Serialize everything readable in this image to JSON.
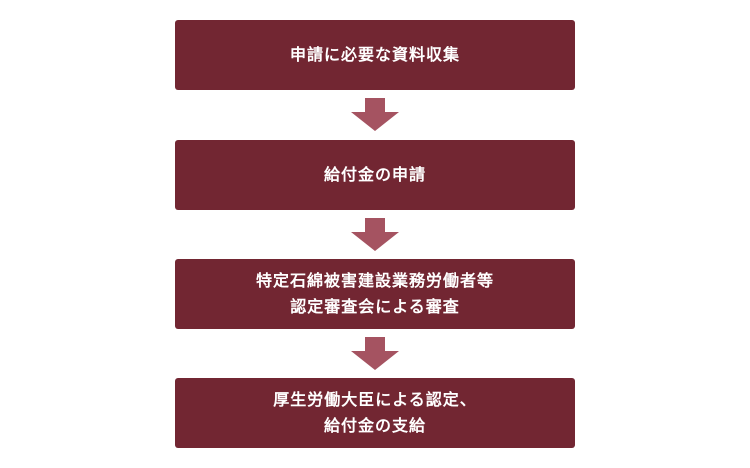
{
  "colors": {
    "box": "#722632",
    "arrow": "#A55361",
    "text": "#FFFFFF",
    "background": "#FFFFFF"
  },
  "flow": {
    "steps": [
      {
        "lines": [
          "申請に必要な資料収集"
        ]
      },
      {
        "lines": [
          "給付金の申請"
        ]
      },
      {
        "lines": [
          "特定石綿被害建設業務労働者等",
          "認定審査会による審査"
        ]
      },
      {
        "lines": [
          "厚生労働大臣による認定、",
          "給付金の支給"
        ]
      }
    ],
    "arrow_icon": "down-arrow-icon"
  }
}
